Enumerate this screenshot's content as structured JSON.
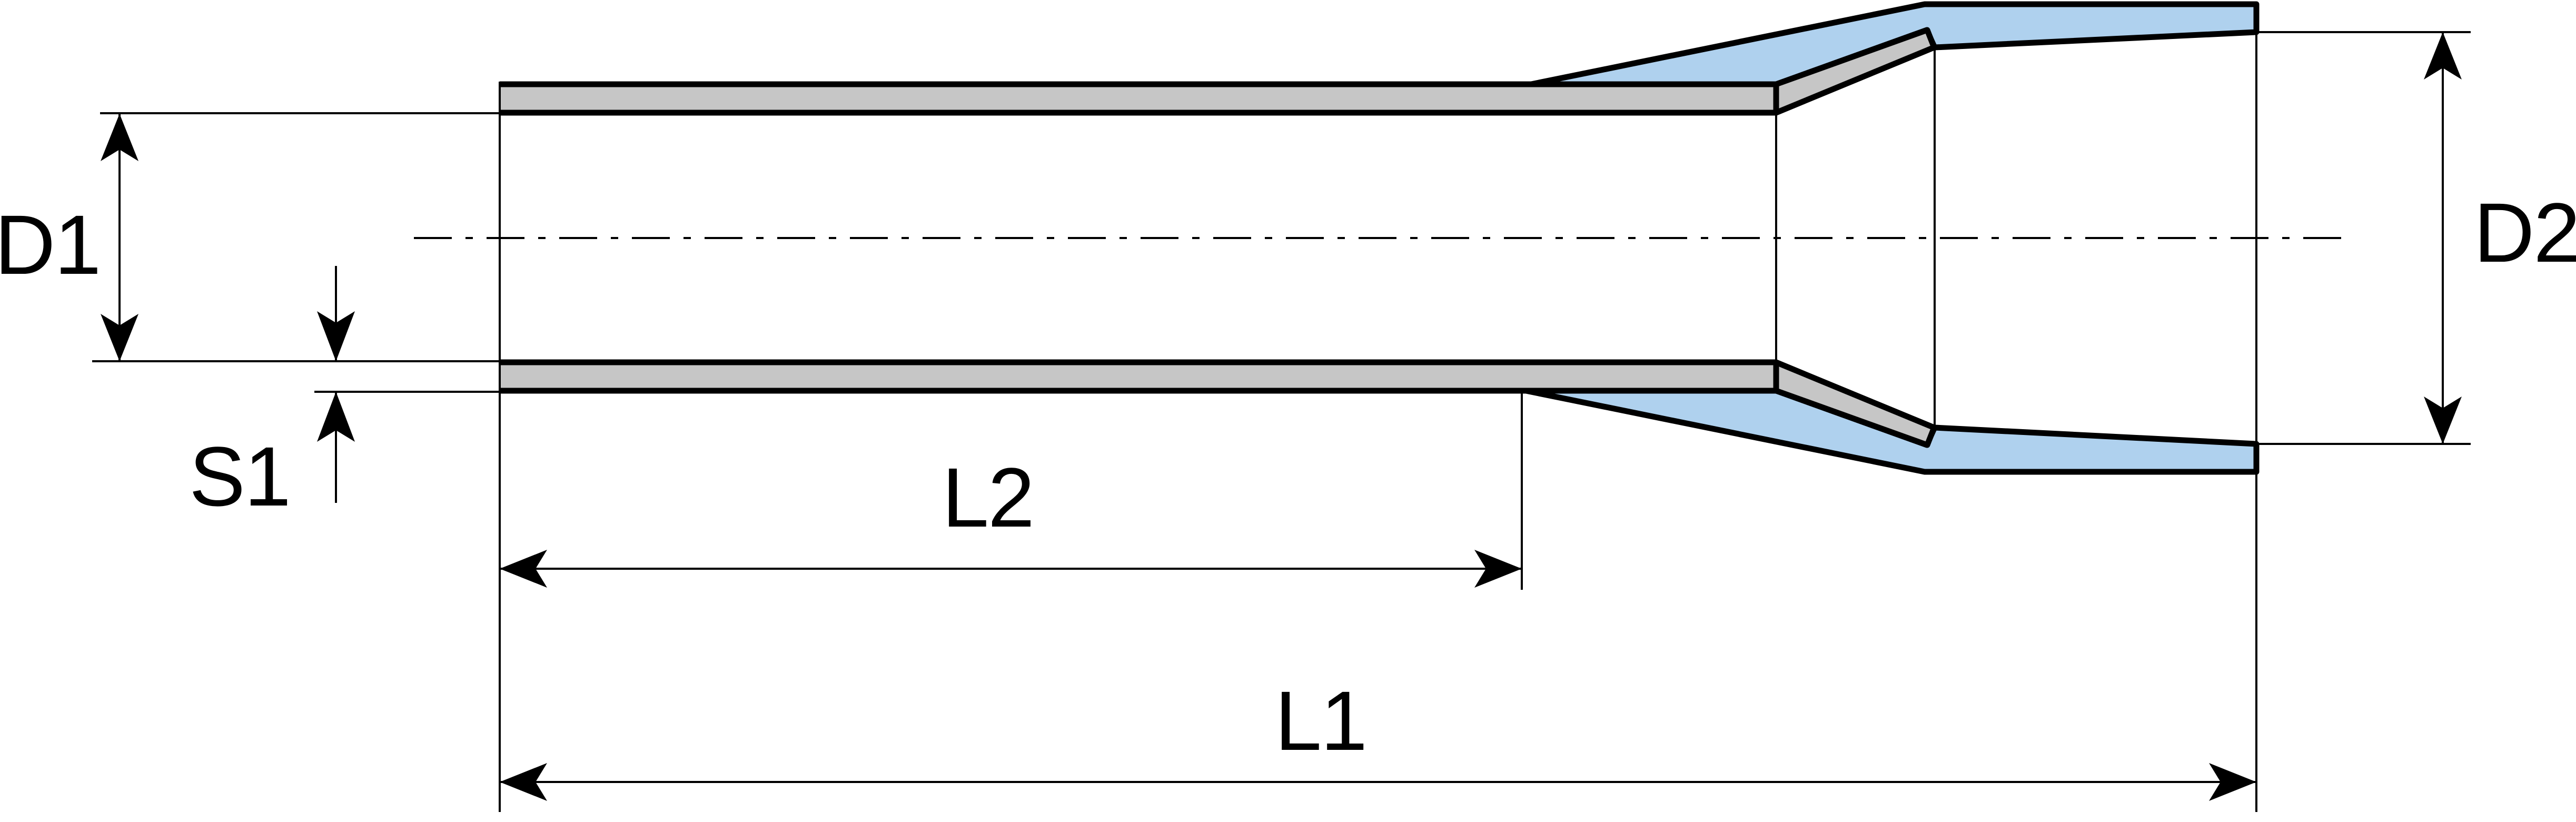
{
  "drawing": {
    "labels": {
      "inner_diameter": "D1",
      "wall_thickness": "S1",
      "sleeve_length": "L2",
      "overall_length": "L1",
      "funnel_diameter": "D2"
    },
    "colors": {
      "background": "#FFFFFF",
      "metal_gray": "#C6C6C6",
      "insulation_blue": "#AFD1EE",
      "line_black": "#000000"
    }
  }
}
